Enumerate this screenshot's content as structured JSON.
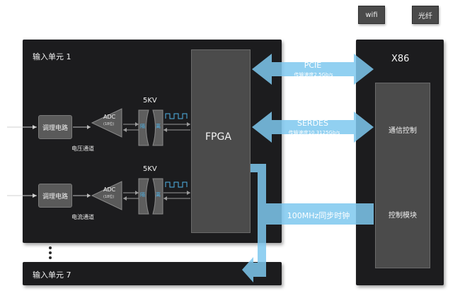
{
  "top_buttons": {
    "wifi": "wifi",
    "fiber": "光纤"
  },
  "input_unit_1": {
    "title": "输入单元 1",
    "voltage_channel": {
      "cond_circuit": "调理电路",
      "adc": "ADC",
      "adc_bits": "(18位)",
      "iso_voltage": "5KV",
      "iso_left": "隔",
      "iso_right": "离",
      "channel_label": "电压通道"
    },
    "current_channel": {
      "cond_circuit": "调理电路",
      "adc": "ADC",
      "adc_bits": "(18位)",
      "iso_voltage": "5KV",
      "iso_left": "隔",
      "iso_right": "离",
      "channel_label": "电流通道"
    },
    "fpga": "FPGA"
  },
  "input_unit_7": {
    "title": "输入单元 7"
  },
  "x86": {
    "title": "X86",
    "comm_control": "通信控制",
    "control_module": "控制模块"
  },
  "links": {
    "pcie": {
      "name": "PCIE",
      "rate": "传输速度2.5Gb/s"
    },
    "serdes": {
      "name": "SERDES",
      "rate": "传输速度10.3125Gb/s"
    },
    "sync_clock": "100MHz同步时钟"
  },
  "colors": {
    "arrow_blue": "#7ec8ef",
    "panel_dark": "#1c1c1e",
    "block_gray": "#4b4b4b"
  }
}
